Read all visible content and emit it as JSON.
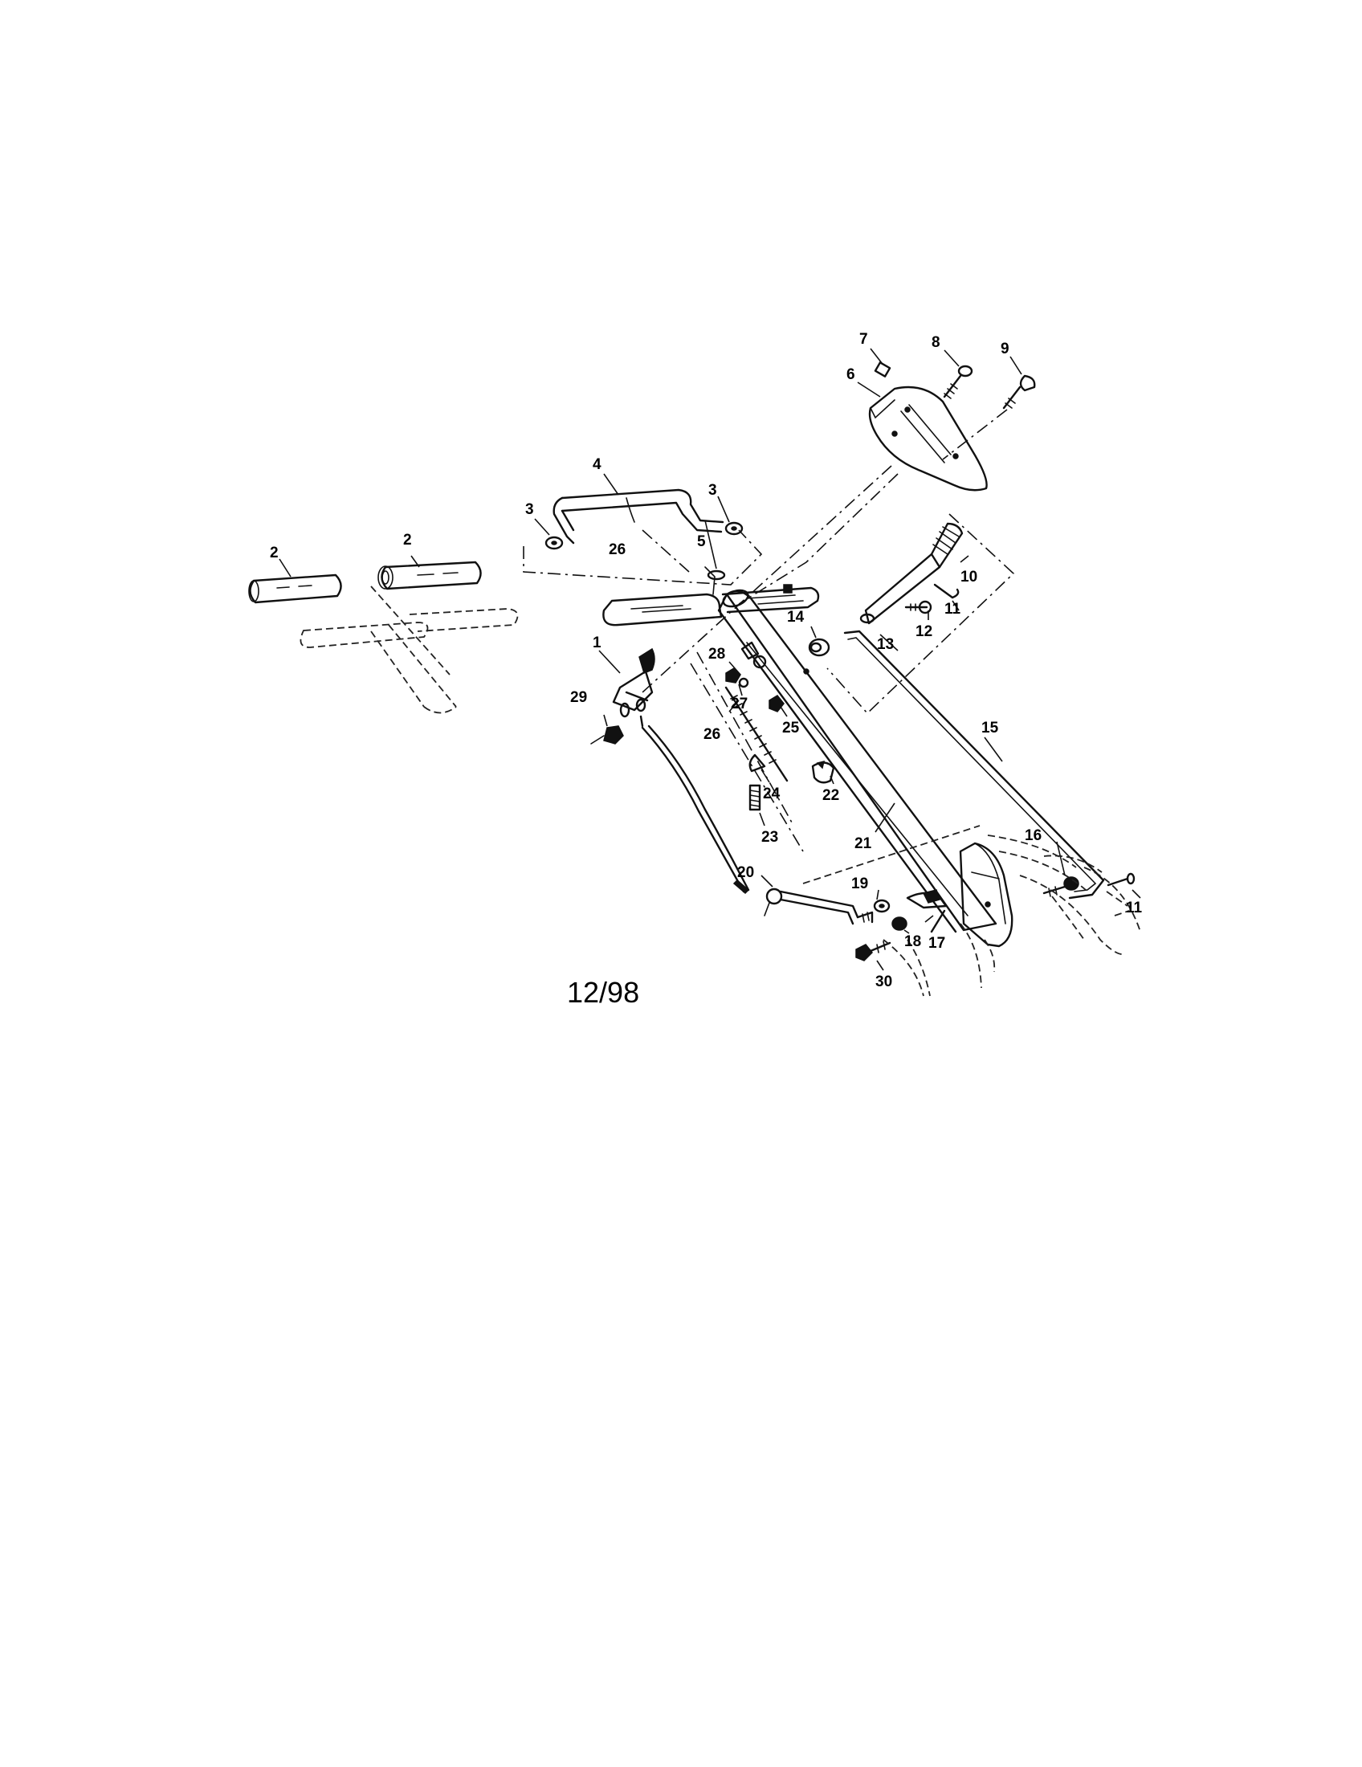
{
  "date_code": "12/98",
  "callouts": {
    "c1": "1",
    "c2a": "2",
    "c2b": "2",
    "c3a": "3",
    "c3b": "3",
    "c4": "4",
    "c5": "5",
    "c6": "6",
    "c7": "7",
    "c8": "8",
    "c9": "9",
    "c10": "10",
    "c11a": "11",
    "c11b": "11",
    "c12": "12",
    "c13": "13",
    "c14": "14",
    "c15": "15",
    "c16": "16",
    "c17": "17",
    "c18": "18",
    "c19": "19",
    "c20": "20",
    "c21": "21",
    "c22": "22",
    "c23": "23",
    "c24": "24",
    "c25": "25",
    "c26a": "26",
    "c26b": "26",
    "c27": "27",
    "c28": "28",
    "c29": "29",
    "c30": "30"
  }
}
